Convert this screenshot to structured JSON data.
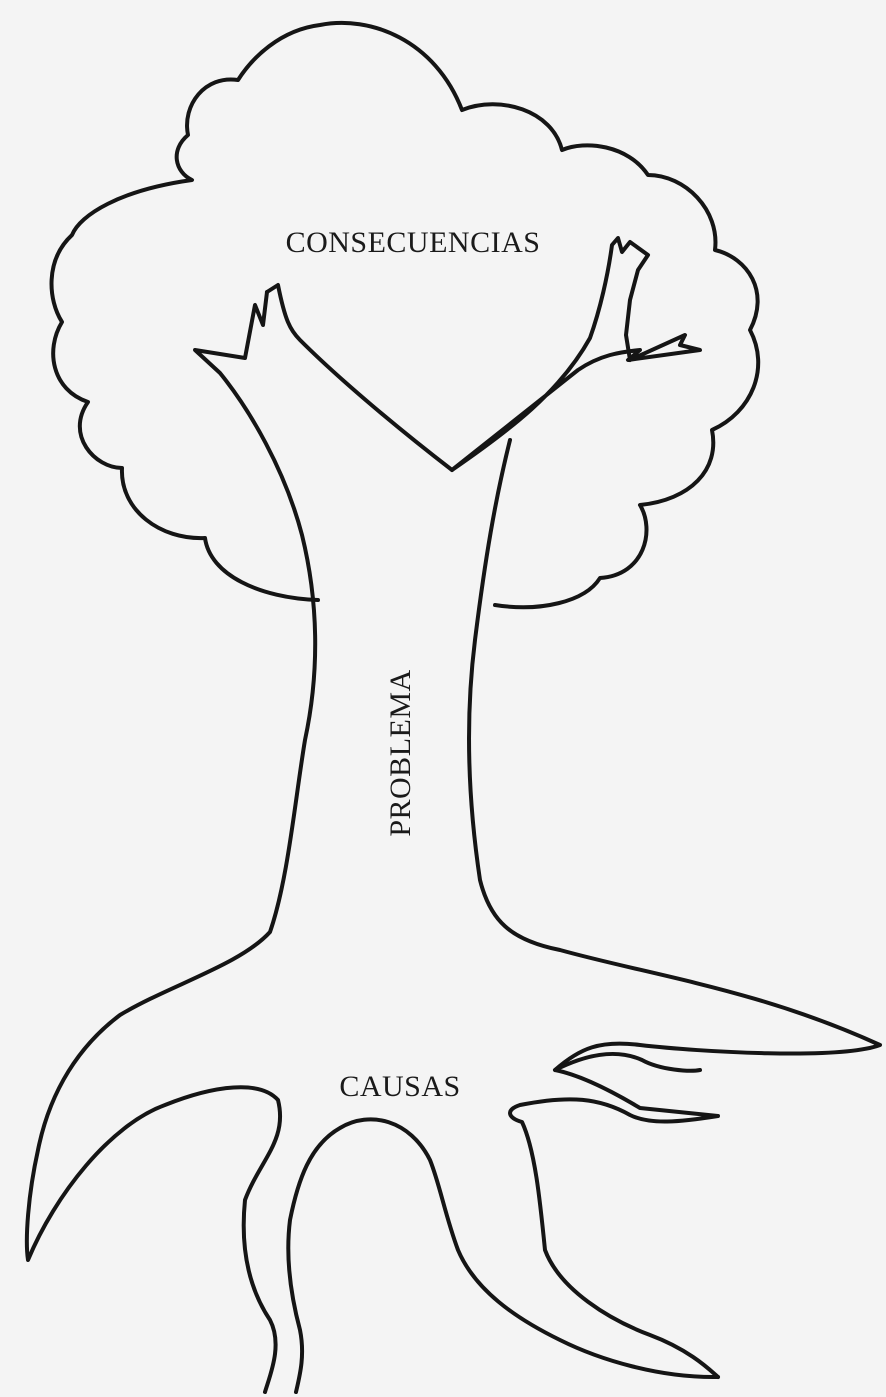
{
  "diagram": {
    "crown_label": "CONSECUENCIAS",
    "trunk_label": "PROBLEMA",
    "roots_label": "CAUSAS"
  },
  "colors": {
    "background": "#f4f4f4",
    "outline": "#151515",
    "text": "#1a1a1a"
  }
}
